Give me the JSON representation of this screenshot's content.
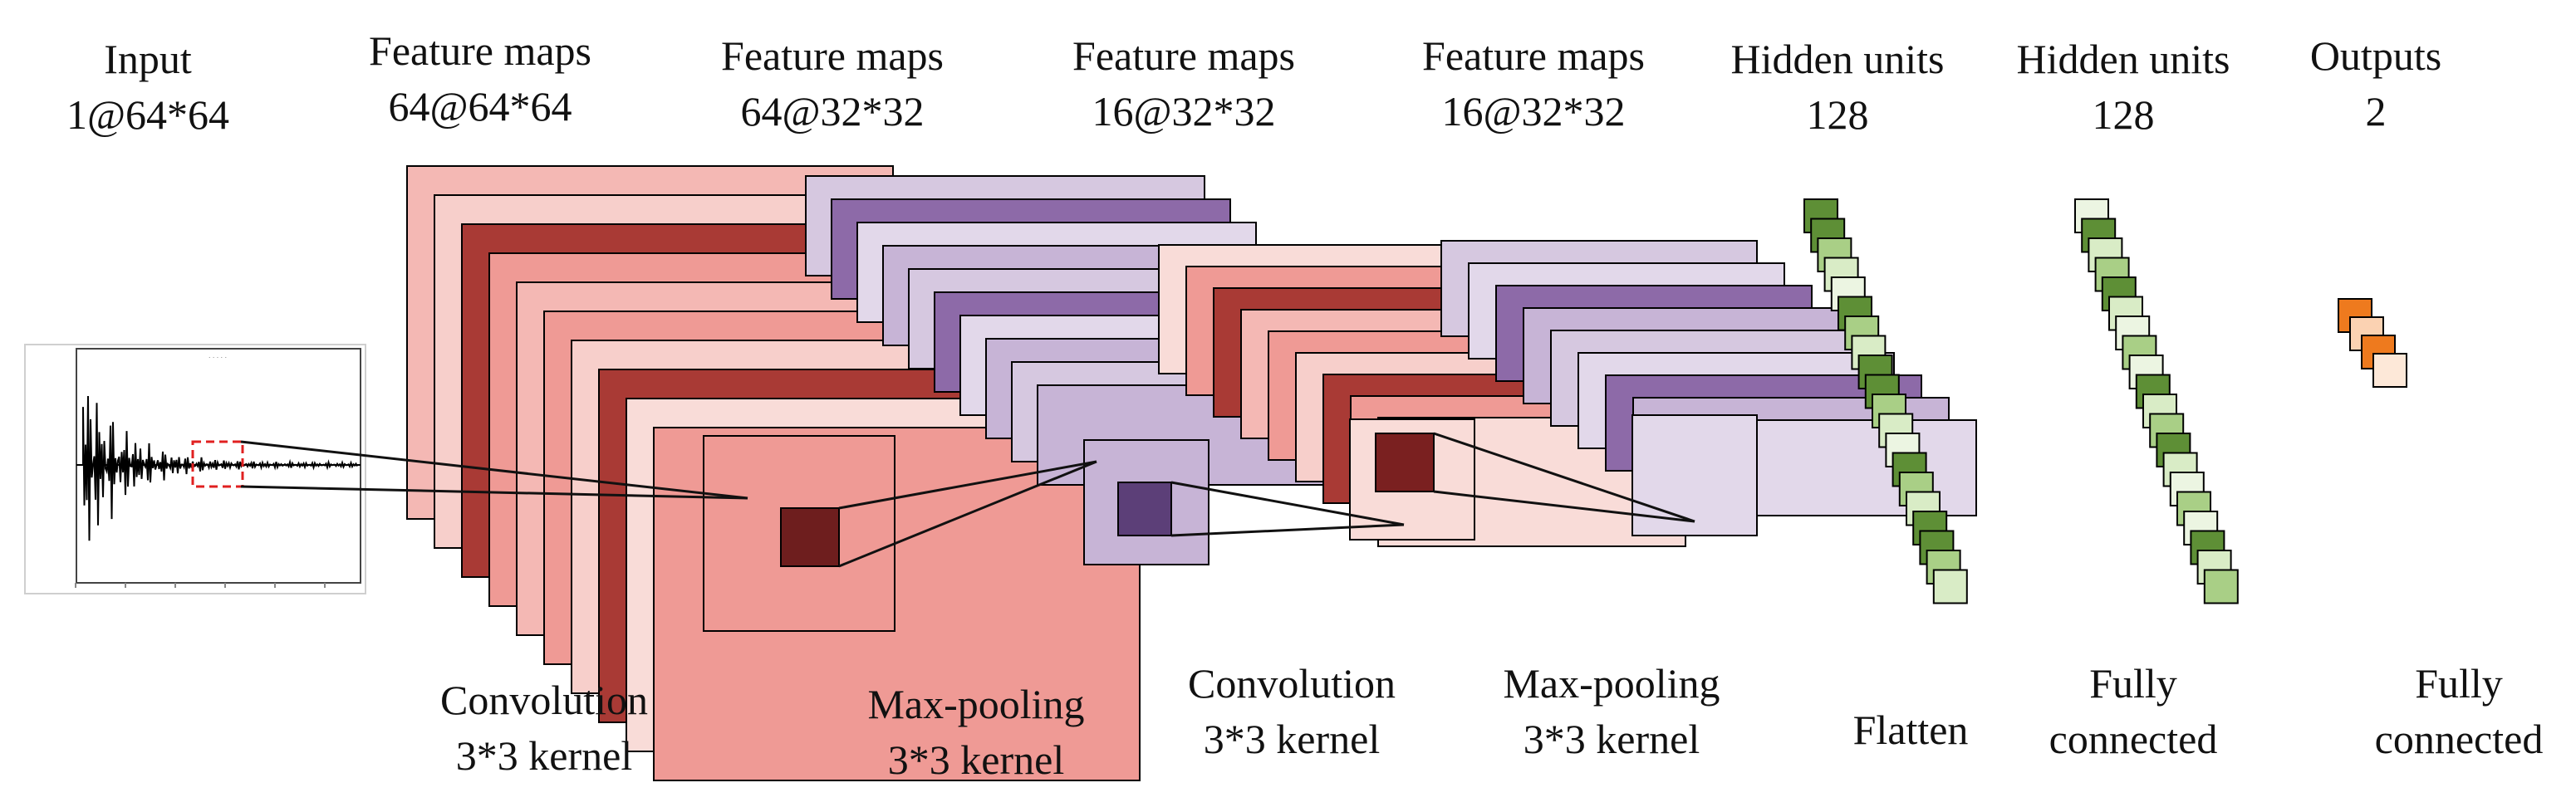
{
  "diagram": {
    "stages": [
      {
        "title": "Input",
        "dims": "1@64*64"
      },
      {
        "title": "Feature maps",
        "dims": "64@64*64"
      },
      {
        "title": "Feature maps",
        "dims": "64@32*32"
      },
      {
        "title": "Feature maps",
        "dims": "16@32*32"
      },
      {
        "title": "Feature maps",
        "dims": "16@32*32"
      },
      {
        "title": "Hidden units",
        "dims": "128"
      },
      {
        "title": "Hidden units",
        "dims": "128"
      },
      {
        "title": "Outputs",
        "dims": "2"
      }
    ],
    "operations": [
      {
        "line1": "Convolution",
        "line2": "3*3 kernel"
      },
      {
        "line1": "Max-pooling",
        "line2": "3*3 kernel"
      },
      {
        "line1": "Convolution",
        "line2": "3*3 kernel"
      },
      {
        "line1": "Max-pooling",
        "line2": "3*3 kernel"
      },
      {
        "line1": "Flatten",
        "line2": ""
      },
      {
        "line1": "Fully",
        "line2": "connected"
      },
      {
        "line1": "Fully",
        "line2": "connected"
      }
    ],
    "colors": {
      "conv1_stack": [
        "#f4b8b4",
        "#f7cfcb",
        "#a93a35",
        "#ef9a95",
        "#f4b8b4",
        "#ef9a95",
        "#f7cfcb",
        "#a93a35",
        "#f9dcd8",
        "#ef9a95"
      ],
      "pool1_stack": [
        "#d6c8e0",
        "#8d6aa8",
        "#e2d8ea",
        "#c7b4d6",
        "#d6c8e0",
        "#8d6aa8",
        "#e2d8ea",
        "#c7b4d6",
        "#d6c8e0",
        "#c7b4d6"
      ],
      "conv2_stack": [
        "#f9dcd8",
        "#ef9a95",
        "#a93a35",
        "#f4b8b4",
        "#ef9a95",
        "#f7cfcb",
        "#a93a35",
        "#ef9a95",
        "#f9dcd8"
      ],
      "pool2_stack": [
        "#d6c8e0",
        "#e2d8ea",
        "#8d6aa8",
        "#c7b4d6",
        "#d6c8e0",
        "#e2d8ea",
        "#8d6aa8",
        "#c7b4d6",
        "#e2d8ea"
      ],
      "kernel_conv": "#6e1e1e",
      "kernel_pool": "#5c3f78",
      "kernel_conv2": "#7a2020",
      "green_dark": "#5e8f36",
      "green_mid": "#a9cf86",
      "green_light": "#d9ecc6",
      "green_pale": "#ecf5e2",
      "orange_dark": "#ee7a1e",
      "orange_light": "#fbd2b2",
      "orange_pale": "#fde8d8",
      "dashed_box": "#e02020"
    }
  }
}
